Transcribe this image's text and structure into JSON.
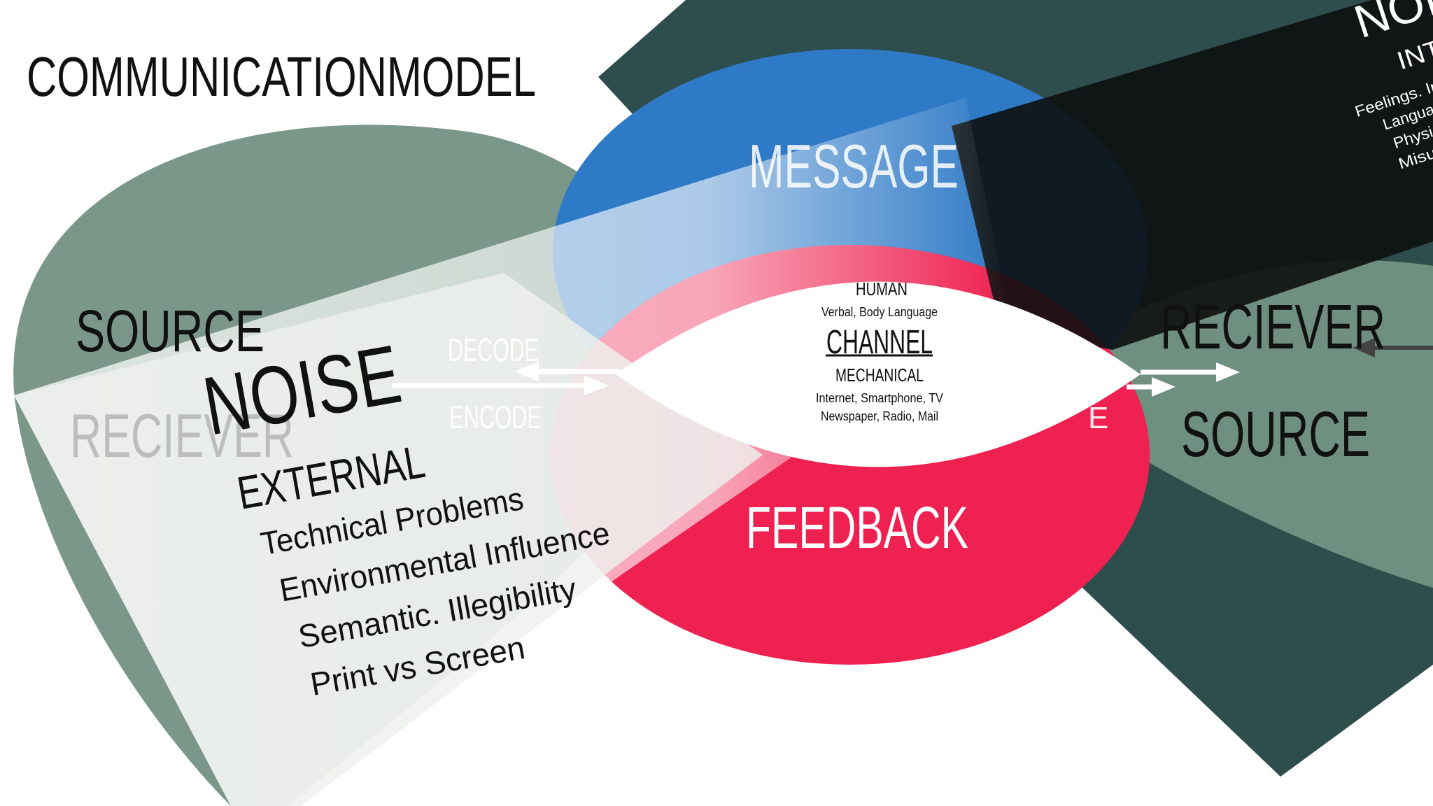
{
  "title": "COMMUNICATIONMODEL",
  "left": {
    "source": "SOURCE",
    "receiver": "RECIEVER",
    "decode": "DECODE",
    "encode": "ENCODE"
  },
  "right": {
    "receiver": "RECIEVER",
    "source": "SOURCE"
  },
  "center": {
    "message": "MESSAGE",
    "feedback": "FEEDBACK",
    "human": "HUMAN",
    "human_detail": "Verbal, Body Language",
    "channel": "CHANNEL",
    "mechanical": "MECHANICAL",
    "mechanical_line1": "Internet, Smartphone, TV",
    "mechanical_line2": "Newspaper, Radio, Mail",
    "hidden_fragment": "E"
  },
  "noise_external": {
    "heading": "NOISE",
    "subheading": "EXTERNAL",
    "items": [
      "Technical Problems",
      "Environmental Influence",
      "Semantic. Illegibility",
      "Print vs Screen"
    ]
  },
  "noise_internal": {
    "heading": "NOI",
    "subheading": "INT",
    "items": [
      "Feelings. Ina",
      "Langua",
      "Physic",
      "Misun"
    ]
  },
  "colors": {
    "green": "#7a978a",
    "dark_teal": "#2e4d4d",
    "blue": "#2f7ac6",
    "red": "#ee2150",
    "black_panel": "#111111",
    "white": "#ffffff"
  }
}
